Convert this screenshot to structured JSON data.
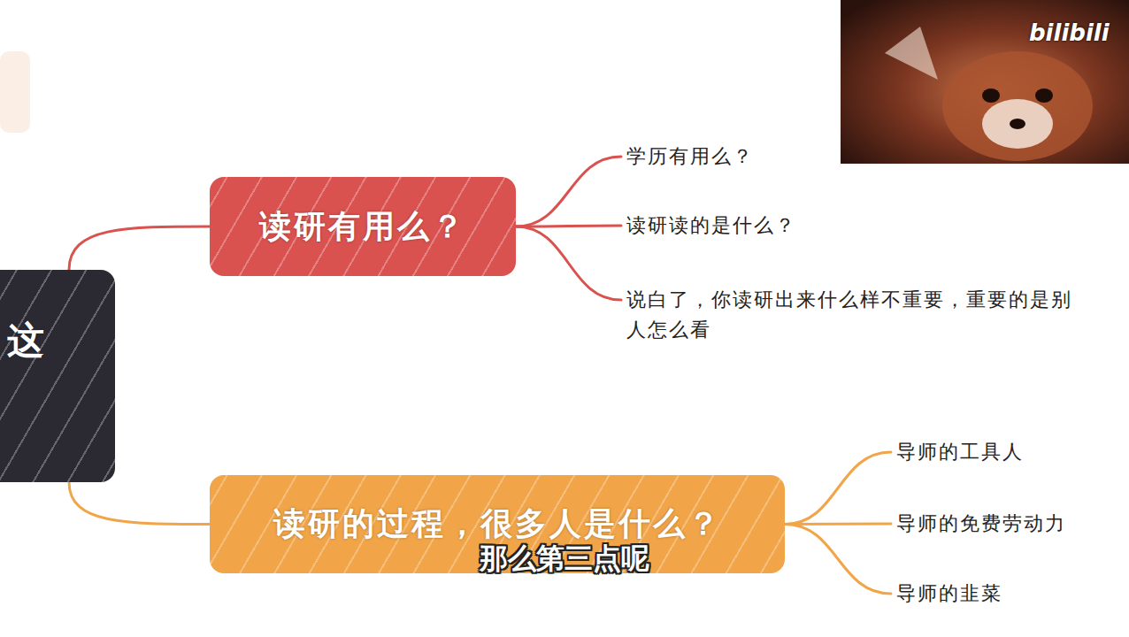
{
  "diagram": {
    "nodes": [
      {
        "text": [
          "这"
        ]
      },
      {
        "text": [
          "读研有用么？"
        ]
      },
      {
        "text": [
          "学历有用么？"
        ]
      },
      {
        "text": [
          "读研读的是什么？"
        ]
      },
      {
        "text": [
          "说白了，你读研出来什么样不重要，重要的是别人怎么看"
        ]
      },
      {
        "text": [
          "读研的过程，很多人是什么？"
        ]
      },
      {
        "text": [
          "导师的工具人"
        ]
      },
      {
        "text": [
          "导师的免费劳动力"
        ]
      },
      {
        "text": [
          "导师的韭菜"
        ]
      }
    ],
    "edges": [
      {
        "from": 0,
        "to": 1,
        "arrow": "none"
      },
      {
        "from": 1,
        "to": 2,
        "arrow": "none"
      },
      {
        "from": 1,
        "to": 3,
        "arrow": "none"
      },
      {
        "from": 1,
        "to": 4,
        "arrow": "none"
      },
      {
        "from": 0,
        "to": 5,
        "arrow": "none"
      },
      {
        "from": 5,
        "to": 6,
        "arrow": "none"
      },
      {
        "from": 5,
        "to": 7,
        "arrow": "none"
      },
      {
        "from": 5,
        "to": 8,
        "arrow": "none"
      }
    ],
    "labels": [
      "bilibili",
      "那么第三点呢"
    ]
  }
}
